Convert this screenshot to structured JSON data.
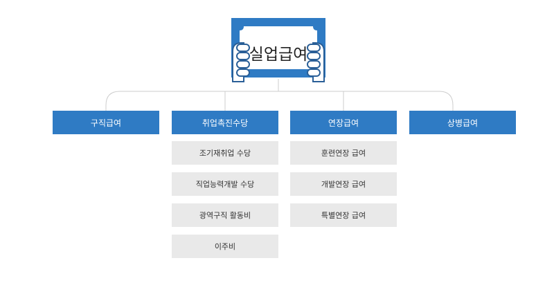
{
  "title": "실업급여",
  "categories": [
    {
      "label": "구직급여",
      "items": []
    },
    {
      "label": "취업촉진수당",
      "items": [
        "조기재취업 수당",
        "직업능력개발 수당",
        "광역구직 활동비",
        "이주비"
      ]
    },
    {
      "label": "연장급여",
      "items": [
        "훈련연장 급여",
        "개발연장 급여",
        "특별연장 급여"
      ]
    },
    {
      "label": "상병급여",
      "items": []
    }
  ],
  "colors": {
    "accent": "#2f7bc4",
    "sub_bg": "#e9e9e9",
    "connector": "#cccccc"
  }
}
